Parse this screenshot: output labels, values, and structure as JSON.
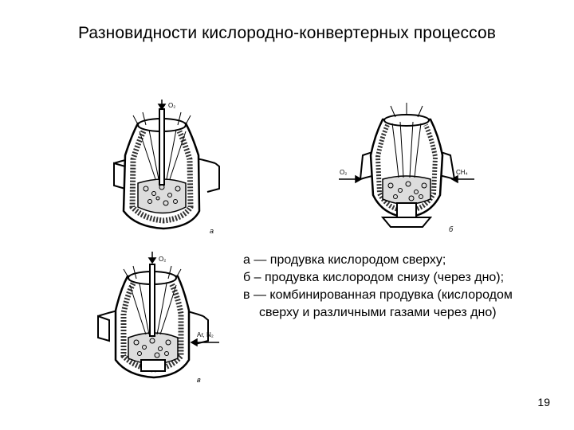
{
  "slide": {
    "title": "Разновидности кислородно-конвертерных процессов",
    "page_number": "19"
  },
  "legend": [
    {
      "line1": "а — продувка кислородом сверху;",
      "line2": ""
    },
    {
      "line1": "б – продувка кислородом снизу (через дно);",
      "line2": ""
    },
    {
      "line1": "в — комбинированная продувка (кислородом",
      "line2": "сверху и различными газами через дно)"
    }
  ],
  "figures": {
    "a": {
      "letter": "а",
      "gas_top": "O₂"
    },
    "b": {
      "letter": "б",
      "gas_left": "O₂",
      "gas_right": "CH₄"
    },
    "c": {
      "letter": "в",
      "gas_top": "O₂",
      "gas_right": "Ar, N₂"
    }
  }
}
